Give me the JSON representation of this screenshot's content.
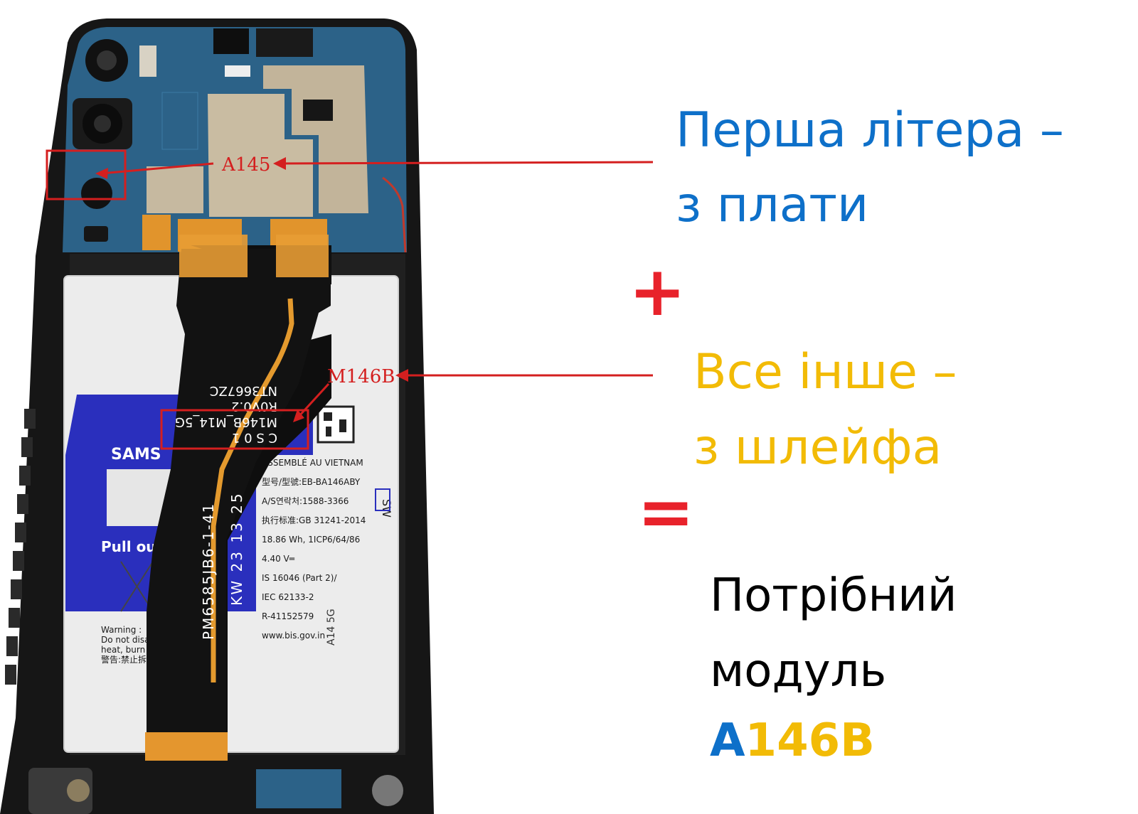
{
  "photo": {
    "board_label": "A145",
    "cable_label": "M146B",
    "flex_text": [
      "NT3667ZC",
      "R0V0.2",
      "M146B_M14_5G",
      "C S 0 1"
    ],
    "flex_side_text": [
      "PM6585JB6-1-41",
      "KW 23 13 25"
    ],
    "battery_brand": "SAMS",
    "battery_lines": [
      "ASSEMBLÉ AU VIETNAM",
      "型号/型號:EB-BA146ABY",
      "A/S연락처:1588-3366",
      "执行标准:GB 31241-2014",
      "18.86 Wh,   1ICP6/64/86",
      "4.40 V═",
      "IS 16046 (Part 2)/",
      "IEC 62133-2",
      "R-41152579",
      "www.bis.gov.in"
    ],
    "battery_model": "A14 5G",
    "pull_out": "Pull out",
    "warning_lines": [
      "Warning :",
      "Do not disassem",
      "heat, burn or reu",
      "警告:禁止拆"
    ],
    "sw_mark": "SW"
  },
  "panel": {
    "board_line1": "Перша літера –",
    "board_line2": "з плати",
    "plus": "+",
    "cable_line1": "Все інше –",
    "cable_line2": "з шлейфа",
    "equals": "=",
    "result_line1": "Потрібний",
    "result_line2": "модуль",
    "model_first": "A",
    "model_rest": "146B"
  },
  "colors": {
    "blue": "#0e70c9",
    "yellow": "#f2bb06",
    "red": "#e8222b",
    "black": "#000000"
  }
}
